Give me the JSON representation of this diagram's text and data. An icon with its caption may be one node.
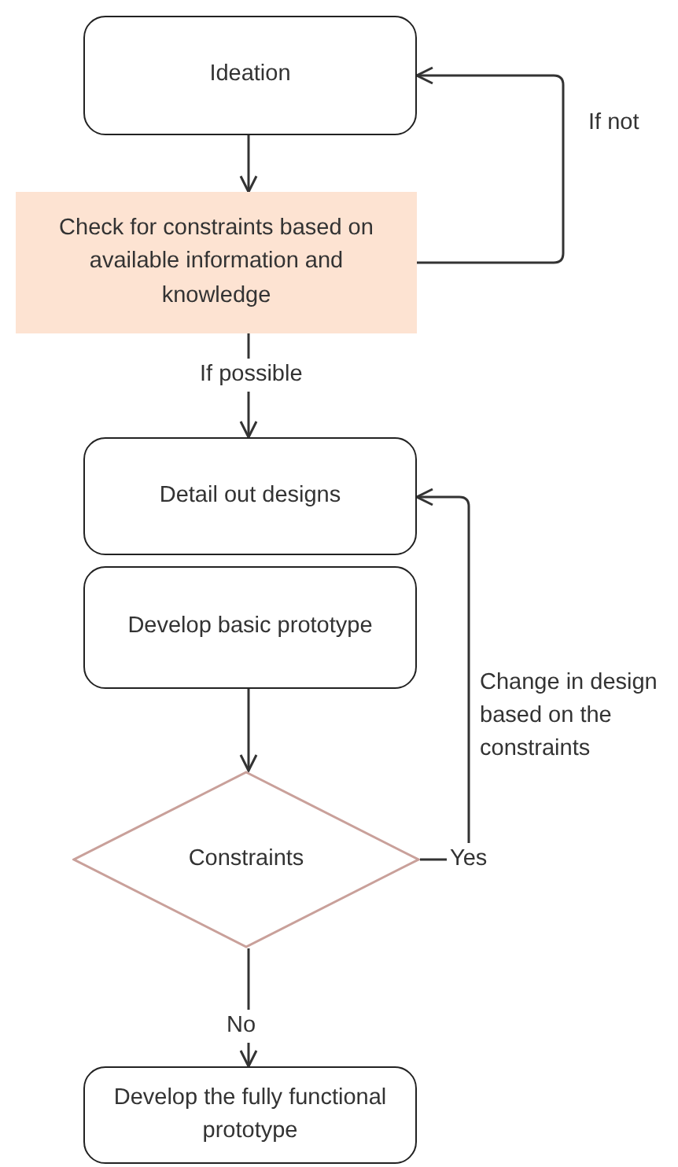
{
  "diagram": {
    "nodes": [
      {
        "text": [
          "Ideation"
        ]
      },
      {
        "text": [
          "Check for constraints based on available information and knowledge"
        ]
      },
      {
        "text": [
          "Detail out designs"
        ]
      },
      {
        "text": [
          "Develop basic prototype"
        ]
      },
      {
        "text": [
          "Constraints"
        ]
      },
      {
        "text": [
          "Develop the fully functional prototype"
        ]
      }
    ],
    "edges": [
      {
        "from": 0,
        "to": 1,
        "arrow": "to"
      },
      {
        "from": 1,
        "to": 0,
        "arrow": "to",
        "label": "If not"
      },
      {
        "from": 1,
        "to": 2,
        "arrow": "to",
        "label": "If possible"
      },
      {
        "from": 3,
        "to": 4,
        "arrow": "to"
      },
      {
        "from": 4,
        "to": 2,
        "arrow": "to",
        "label": "Yes"
      },
      {
        "from": 4,
        "to": 5,
        "arrow": "to",
        "label": "No"
      }
    ],
    "labels": [
      "Change in design based on the constraints"
    ]
  }
}
